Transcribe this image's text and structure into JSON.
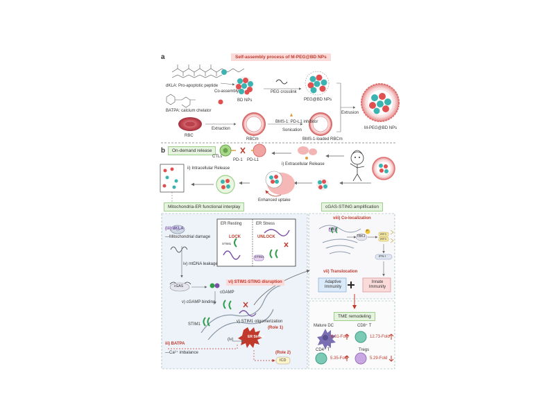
{
  "panel_a": {
    "letter": "a",
    "title": "Self-assembly process of M-PEG@BD NPs",
    "dklA_label": "dKLA: Pro-apoptotic peptide",
    "batpa_label": "BATPA: calcium chelator",
    "co_assembly": "Co-assembly",
    "bd_nps": "BD NPs",
    "peg_crosslink": "PEG crosslink",
    "peg_bd_nps": "PEG@BD NPs",
    "rbc": "RBC",
    "extraction": "Extraction",
    "rbcm": "RBCm",
    "bms_label": "BMS-1: PD-L1 inhibitor",
    "sonication": "Sonication",
    "bms_loaded": "BMS-1-loaded RBCm",
    "extrusion": "Extrusion",
    "final": "M-PEG@BD NPs"
  },
  "panel_b": {
    "letter": "b",
    "on_demand": "On-demand release",
    "ctls": "CTLs",
    "pd1": "PD-1",
    "pdl1": "PD-L1",
    "extracellular": "i) Extracellular Release",
    "intracellular": "ii) Intracellular Release",
    "enhanced": "Enhanced uptake",
    "mito_er": "Mitochondria-ER functional interplay",
    "cgas_title": "cGAS-STING amplification",
    "iii_dkla": "(iii) dKLA",
    "mito_damage": "—Mitochondrial damage",
    "er_resting": "ER Resting",
    "er_stress": "ER Stress",
    "lock": "LOCK",
    "unlock": "UNLOCK",
    "stim": "STIM1",
    "sting": "STING",
    "mtdna": "iv) mtDNA leakage",
    "cgas": "cGAS",
    "cgamp": "cGAMP",
    "cgamp_binding": "v) cGAMP binding",
    "stim1_sting": "vi) STIM1-STING disruption",
    "stim1_lbl": "STIM1",
    "stim1_olig": "v) STIM1 oligomerization",
    "role1": "(Role 1)",
    "iii_batpa": "iii) BATPA",
    "ca_imbalance": "—Ca²⁺ imbalance",
    "iv": "(iv)",
    "er_stress_burst": "ER Stress",
    "role2": "(Role 2)",
    "icd": "ICD",
    "colocal": "viii) Co-localization",
    "tbk1": "TBK1",
    "p": "P",
    "irf3": "IRF3",
    "ifn": "IFN-I",
    "translocation": "vii) Translocation",
    "adaptive": "Adaptive Immunity",
    "innate": "Innate Immunity",
    "plus": "+",
    "tme": "TME remodeling",
    "mature_dc": "Mature DC",
    "dc_fold": "6.61-Fold",
    "cd8": "CD8⁺ T",
    "cd8_fold": "12.73-Fold",
    "cd4": "CD4⁺ T",
    "cd4_fold": "5.35-Fold",
    "tregs": "Tregs",
    "tregs_fold": "5.29-Fold"
  }
}
